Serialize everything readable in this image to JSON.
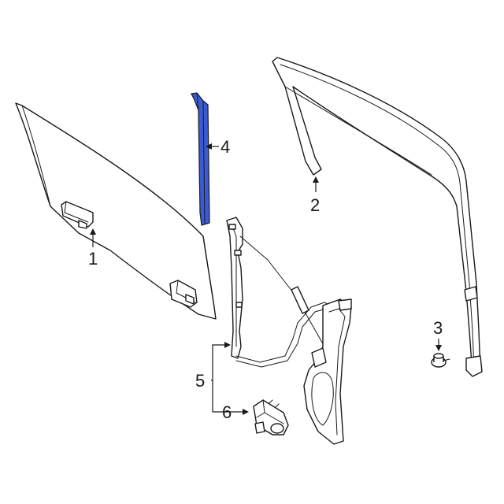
{
  "diagram": {
    "highlight_color": "#3b5bd6",
    "line_color": "#1a1a1a",
    "callouts": [
      {
        "id": "1",
        "label": "1"
      },
      {
        "id": "2",
        "label": "2"
      },
      {
        "id": "3",
        "label": "3"
      },
      {
        "id": "4",
        "label": "4"
      },
      {
        "id": "5",
        "label": "5"
      },
      {
        "id": "6",
        "label": "6"
      }
    ]
  }
}
